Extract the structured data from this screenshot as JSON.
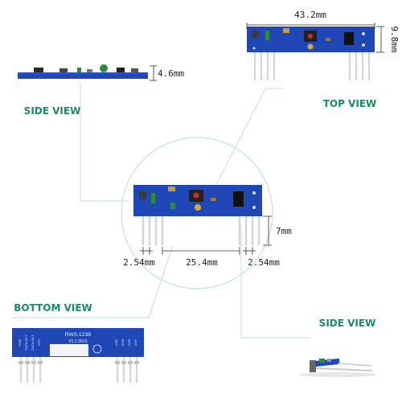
{
  "labels": {
    "side_view_left": "SIDE VIEW",
    "top_view": "TOP VIEW",
    "bottom_view": "BOTTOM VIEW",
    "side_view_right": "SIDE  VIEW"
  },
  "dimensions": {
    "length": "43.2mm",
    "width": "9.8mm",
    "thickness": "4.6mm",
    "pin_length": "7mm",
    "pitch_left": "2.54mm",
    "pin_span": "25.4mm",
    "pitch_right": "2.54mm"
  },
  "bottom_board": {
    "model": "RWS-123B",
    "version": "V1.1  0913",
    "mark": "RoHS",
    "pins_left": [
      "GND",
      "DATA OUT",
      "DATA OUT",
      "VCC"
    ],
    "pins_right": [
      "VCC",
      "GND",
      "GND",
      "ANT"
    ]
  },
  "colors": {
    "pcb": "#1f47b5",
    "accent": "#1a8a68",
    "guide": "#c9e8dd"
  }
}
